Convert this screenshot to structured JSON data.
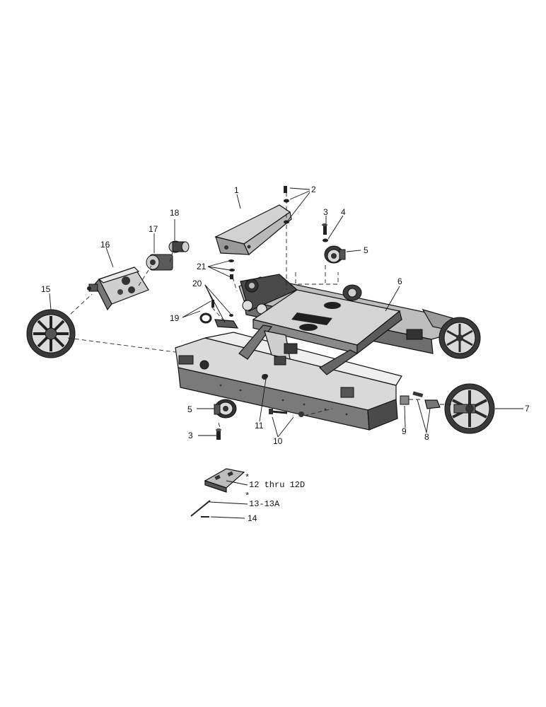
{
  "callouts": {
    "c1": "1",
    "c2": "2",
    "c3_top": "3",
    "c3_bottom": "3",
    "c4": "4",
    "c5_right": "5",
    "c5_left": "5",
    "c6": "6",
    "c7": "7",
    "c8": "8",
    "c9": "9",
    "c10": "10",
    "c11": "11",
    "c12": "12 thru 12D",
    "c13": "13-13A",
    "c14": "14",
    "c15": "15",
    "c16": "16",
    "c17": "17",
    "c18": "18",
    "c19": "19",
    "c20": "20",
    "c21": "21"
  },
  "footnote_marks": {
    "m12": "*",
    "m13": "*"
  },
  "colors": {
    "ink": "#111111",
    "dark_metal": "#3a3a3a",
    "light_metal": "#cfcfcf",
    "mid_metal": "#8a8a8a",
    "paper": "#ffffff"
  }
}
